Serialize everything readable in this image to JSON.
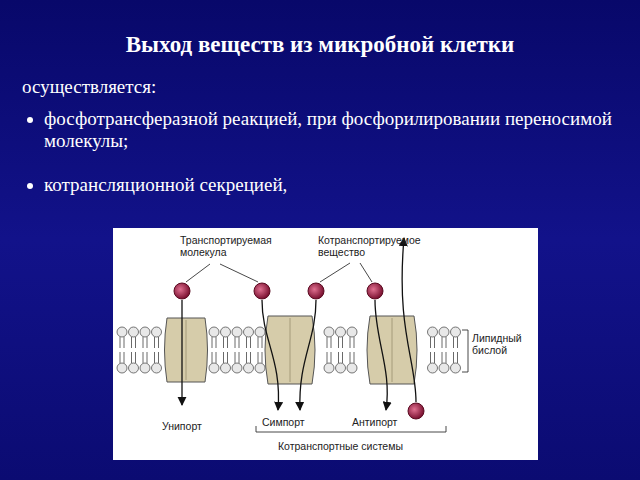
{
  "diagram": {
    "title": "Выход веществ из микробной клетки",
    "labels": [
      "осуществляется:",
      "фосфотрансферазной реакцией, при фосфорилировании переносимой молекулы;",
      "котрансляционной секрецией,",
      "Транспортируемая молекула",
      "Котранспортируемое вещество",
      "Липидный бислой",
      "Унипорт",
      "Симпорт",
      "Антипорт",
      "Котранспортные системы"
    ]
  }
}
